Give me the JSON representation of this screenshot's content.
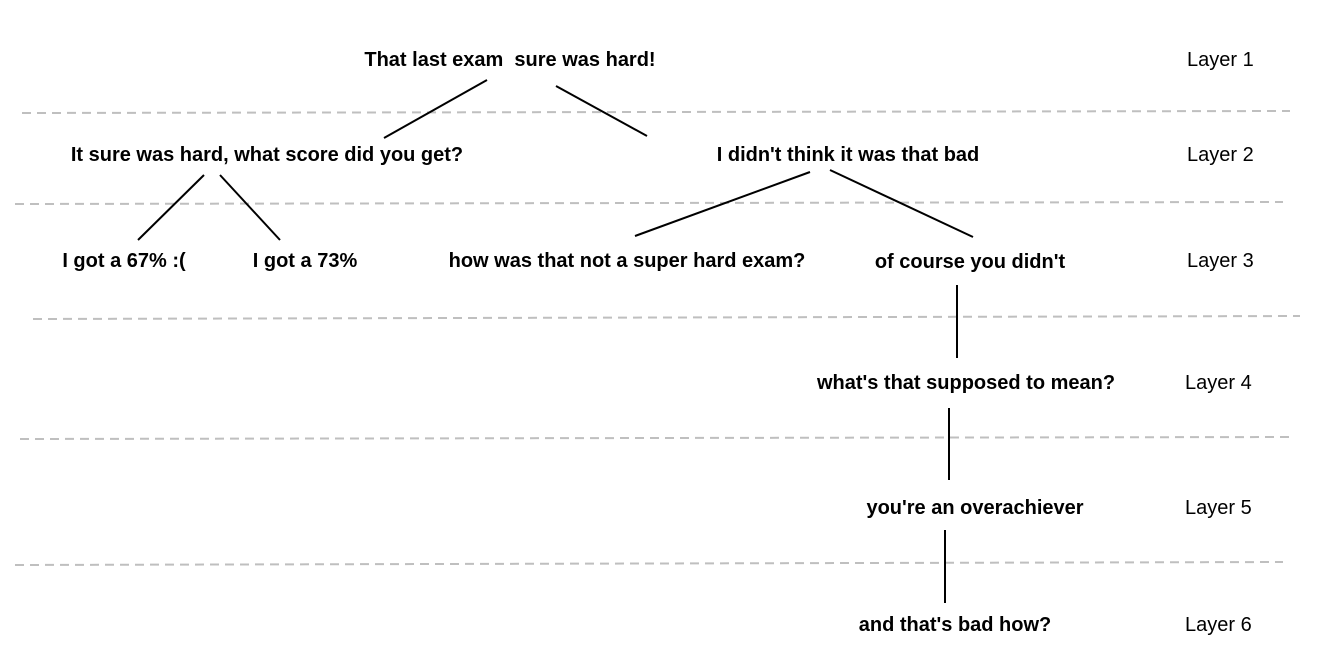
{
  "nodes": {
    "root": "That last exam  sure was hard!",
    "l2a": "It sure was hard, what score did you get?",
    "l2b": "I didn't think it was that bad",
    "l3a": "I got a 67% :(",
    "l3b": "I got a 73%",
    "l3c": "how was that not a super hard exam?",
    "l3d": "of course you didn't",
    "l4": "what's that supposed to mean?",
    "l5": "you're an overachiever",
    "l6": "and that's bad how?"
  },
  "layers": [
    "Layer 1",
    "Layer 2",
    "Layer 3",
    "Layer 4",
    "Layer 5",
    "Layer 6"
  ]
}
